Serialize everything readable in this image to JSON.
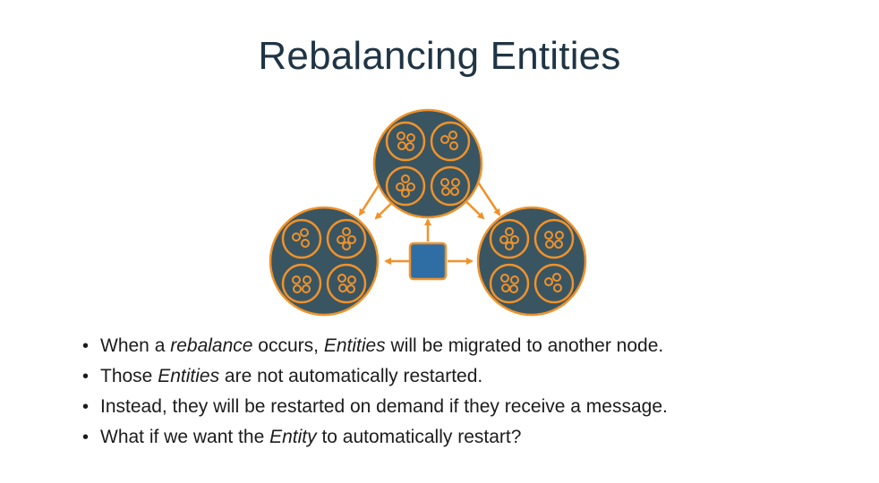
{
  "slide": {
    "title": "Rebalancing Entities"
  },
  "colors": {
    "node_fill": "#3a5562",
    "accent": "#f0922a",
    "coordinator_fill": "#2f6ea4",
    "title": "#1f3444"
  },
  "bullets": [
    {
      "parts": [
        {
          "text": "When a "
        },
        {
          "text": "rebalance",
          "italic": true
        },
        {
          "text": " occurs, "
        },
        {
          "text": "Entities",
          "italic": true
        },
        {
          "text": " will be migrated to another node."
        }
      ]
    },
    {
      "parts": [
        {
          "text": "Those "
        },
        {
          "text": "Entities",
          "italic": true
        },
        {
          "text": " are not automatically restarted."
        }
      ]
    },
    {
      "parts": [
        {
          "text": "Instead, they will be restarted on demand if they receive a message."
        }
      ]
    },
    {
      "parts": [
        {
          "text": "What if we want the "
        },
        {
          "text": "Entity",
          "italic": true
        },
        {
          "text": " to automatically restart?"
        }
      ]
    }
  ]
}
